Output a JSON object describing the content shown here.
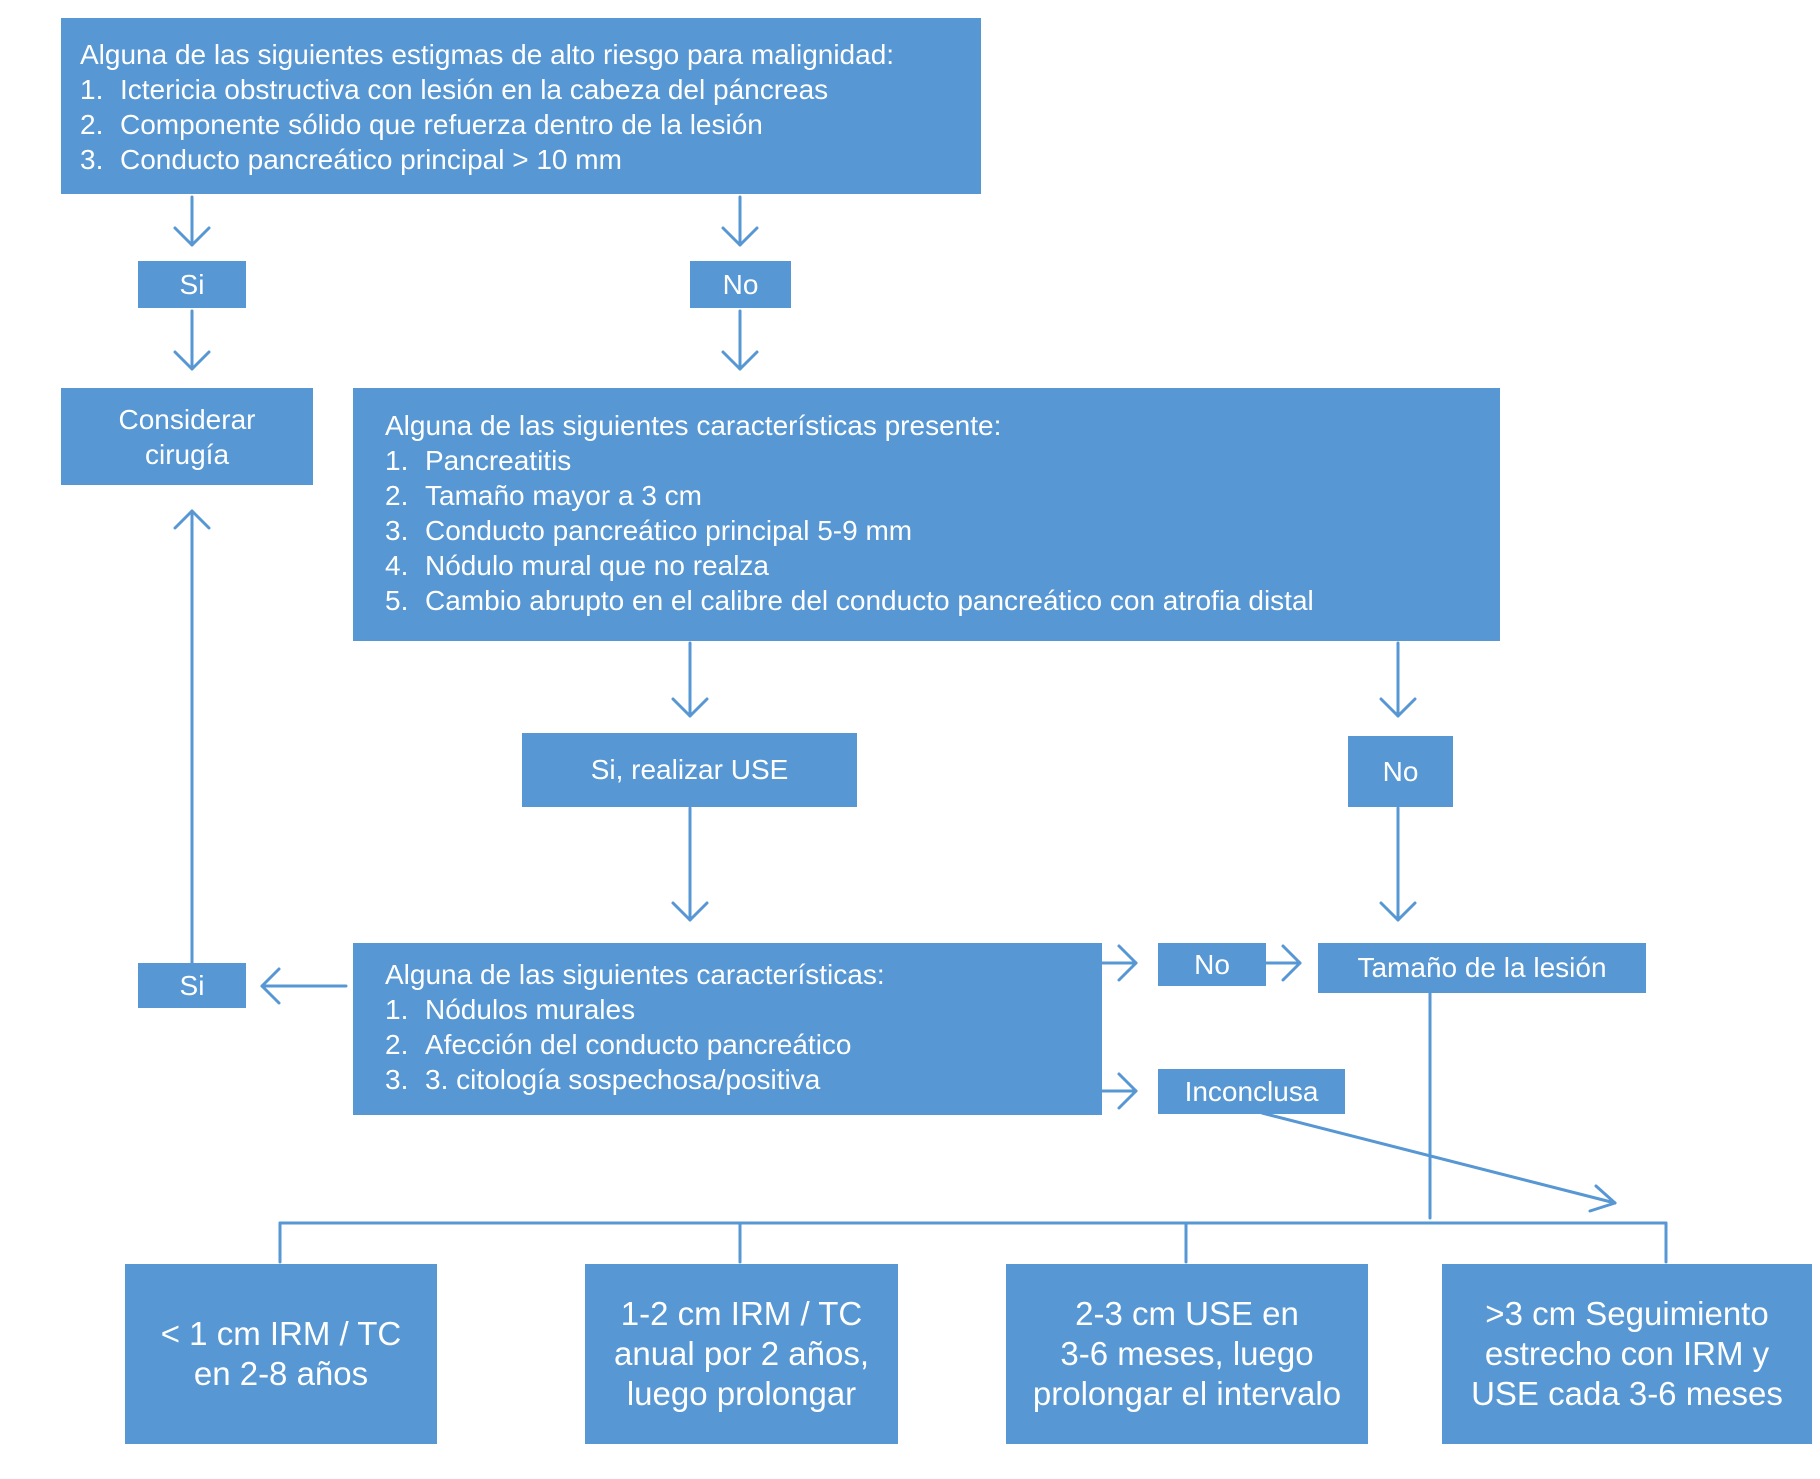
{
  "high_risk": {
    "title": "Alguna de las siguientes estigmas de alto riesgo para malignidad:",
    "items": [
      "Ictericia obstructiva con lesión en la cabeza del páncreas",
      "Componente sólido que refuerza dentro de la lesión",
      "Conducto pancreático principal > 10 mm"
    ]
  },
  "branch_hr_yes": "Si",
  "branch_hr_no": "No",
  "surgery": {
    "line1": "Considerar",
    "line2": "cirugía"
  },
  "worrisome": {
    "title": "Alguna de las siguientes características presente:",
    "items": [
      "Pancreatitis",
      "Tamaño mayor a 3 cm",
      "Conducto pancreático principal 5-9 mm",
      "Nódulo mural que no realza",
      "Cambio abrupto en el calibre del conducto pancreático con atrofia distal"
    ]
  },
  "branch_use_yes": "Si, realizar USE",
  "branch_use_no": "No",
  "eus": {
    "title": "Alguna de las siguientes características:",
    "items": [
      "Nódulos murales",
      "Afección del conducto pancreático",
      "3. citología sospechosa/positiva"
    ]
  },
  "branch_eus_yes": "Si",
  "branch_eus_no": "No",
  "branch_eus_inconclusive": "Inconclusa",
  "lesion_size": "Tamaño de la lesión",
  "outcomes": [
    {
      "lines": [
        "< 1 cm IRM / TC",
        "en 2-8 años"
      ]
    },
    {
      "lines": [
        "1-2 cm IRM / TC",
        "anual por 2 años,",
        "luego prolongar"
      ]
    },
    {
      "lines": [
        "2-3 cm USE en",
        "3-6 meses, luego",
        "prolongar el intervalo"
      ]
    },
    {
      "lines": [
        ">3 cm Seguimiento",
        "estrecho con IRM y",
        "USE cada 3-6 meses"
      ]
    }
  ],
  "colors": {
    "box_fill": "#5697d4",
    "connector": "#5697d4",
    "text": "#ffffff"
  }
}
